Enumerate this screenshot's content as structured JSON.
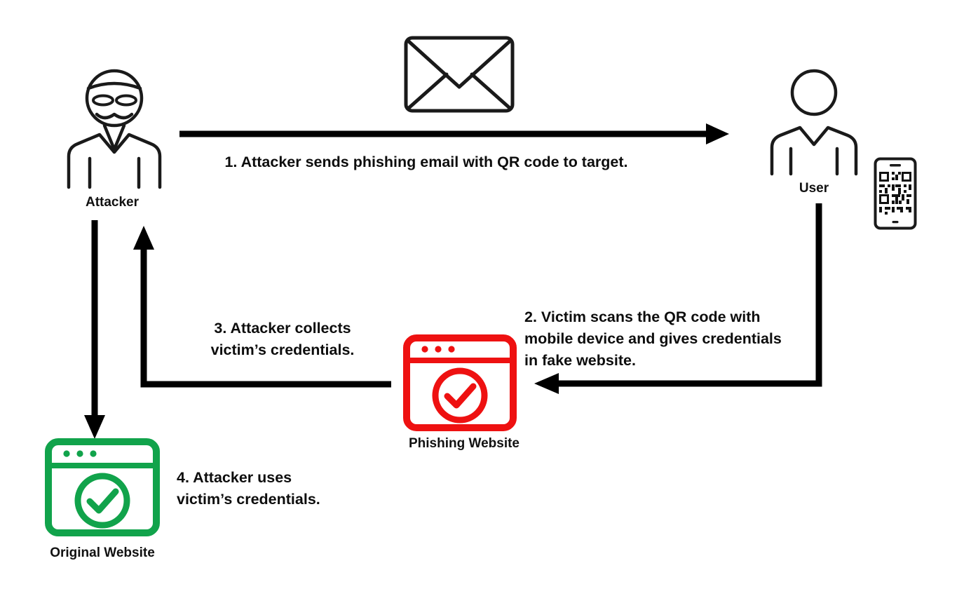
{
  "diagram": {
    "title": "QR code phishing (quishing) attack flow",
    "background": "#ffffff",
    "colors": {
      "stroke": "#1a1a1a",
      "text": "#0d0d0d",
      "phishing_red": "#ee1111",
      "original_green": "#11a34b"
    }
  },
  "nodes": {
    "attacker": {
      "label": "Attacker",
      "icon": "masked-person-icon"
    },
    "user": {
      "label": "User",
      "icon": "person-icon"
    },
    "phone": {
      "icon": "smartphone-qr-code-icon"
    },
    "email": {
      "icon": "envelope-icon"
    },
    "phishing_site": {
      "label": "Phishing Website",
      "icon": "browser-window-check-icon",
      "color": "#ee1111"
    },
    "original_site": {
      "label": "Original Website",
      "icon": "browser-window-check-icon",
      "color": "#11a34b"
    }
  },
  "steps": [
    {
      "number": "1",
      "text": "1. Attacker sends phishing email with QR code to target.",
      "align": "center"
    },
    {
      "number": "2",
      "text": "2. Victim scans the QR code with\nmobile device and gives credentials\nin fake website.",
      "align": "left"
    },
    {
      "number": "3",
      "text": "3. Attacker collects\nvictim’s credentials.",
      "align": "center"
    },
    {
      "number": "4",
      "text": "4. Attacker uses\nvictim’s credentials.",
      "align": "left"
    }
  ],
  "arrows": [
    {
      "name": "arrow-attacker-to-user",
      "from": "attacker",
      "to": "user",
      "direction": "right"
    },
    {
      "name": "arrow-user-to-phishing-site",
      "from": "user",
      "to": "phishing_site",
      "direction": "down-left"
    },
    {
      "name": "arrow-phishing-site-to-attacker",
      "from": "phishing_site",
      "to": "attacker",
      "direction": "left-up"
    },
    {
      "name": "arrow-attacker-to-original-site",
      "from": "attacker",
      "to": "original_site",
      "direction": "down"
    }
  ]
}
